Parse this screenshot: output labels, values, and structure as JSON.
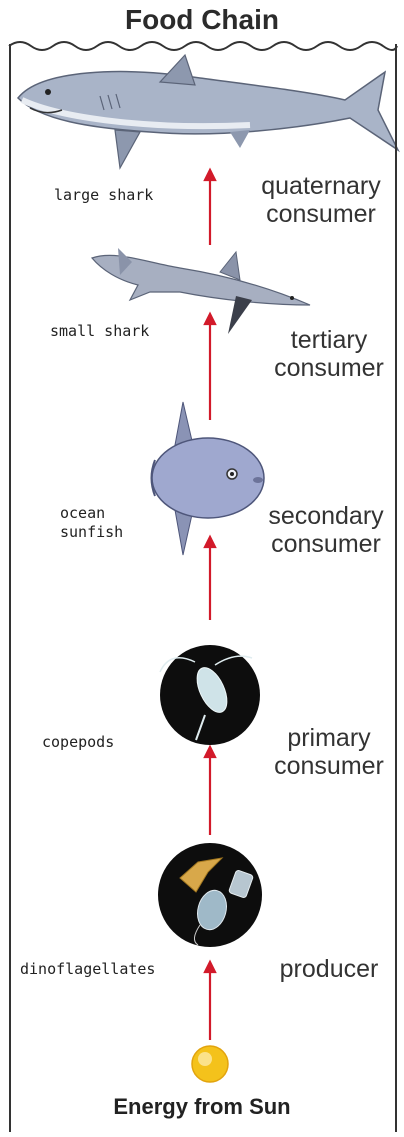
{
  "title": "Food Chain",
  "footer": "Energy from Sun",
  "colors": {
    "arrow": "#d21a2a",
    "sun": "#f4c21b",
    "shark": "#a9b4c8",
    "sunfish": "#9fa8cf"
  },
  "levels": [
    {
      "organism": "large shark",
      "level": "quaternary\nconsumer",
      "icon": "large-shark-icon"
    },
    {
      "organism": "small shark",
      "level": "tertiary\nconsumer",
      "icon": "small-shark-icon"
    },
    {
      "organism": "ocean\nsunfish",
      "level": "secondary\nconsumer",
      "icon": "sunfish-icon"
    },
    {
      "organism": "copepods",
      "level": "primary\nconsumer",
      "icon": "copepod-icon"
    },
    {
      "organism": "dinoflagellates",
      "level": "producer",
      "icon": "dinoflagellate-icon"
    }
  ]
}
